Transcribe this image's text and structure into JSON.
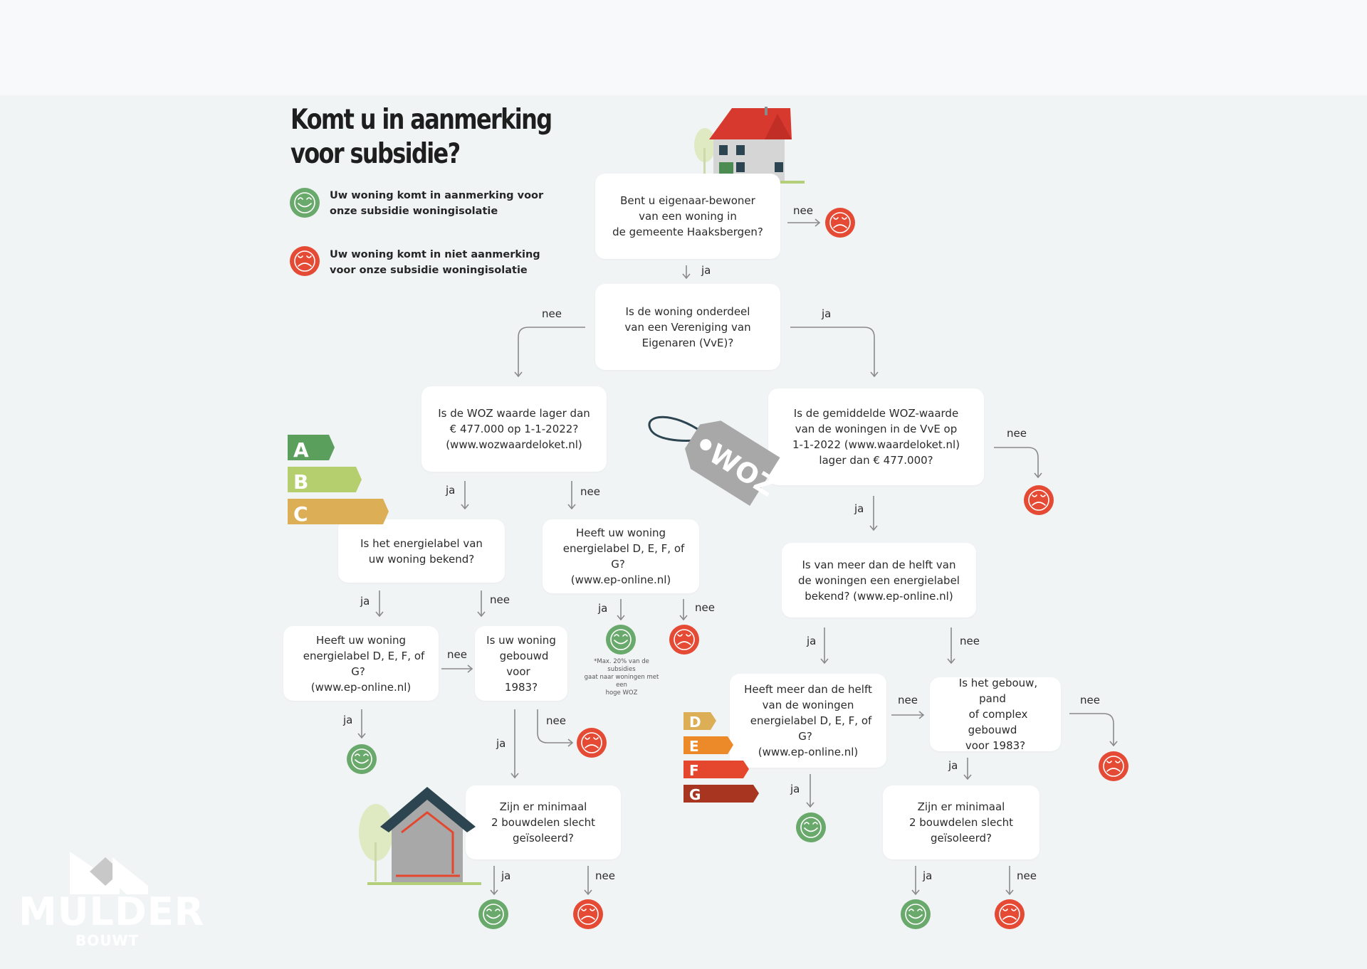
{
  "title_line1": "Komt u in aanmerking",
  "title_line2": "voor subsidie?",
  "legend": {
    "yes_line1": "Uw woning komt in aanmerking voor",
    "yes_line2": "onze subsidie woningisolatie",
    "no_line1": "Uw woning komt in niet aanmerking",
    "no_line2": "voor onze subsidie woningisolatie"
  },
  "questions": {
    "q1": [
      "Bent u eigenaar-bewoner",
      "van een woning in",
      "de gemeente Haaksbergen?"
    ],
    "q2": [
      "Is de woning onderdeel",
      "van een Vereniging van",
      "Eigenaren (VvE)?"
    ],
    "q3": [
      "Is de WOZ waarde lager dan",
      "€ 477.000 op 1-1-2022?",
      "(www.wozwaardeloket.nl)"
    ],
    "q4": [
      "Is de gemiddelde WOZ-waarde",
      "van de woningen in de VvE op",
      "1-1-2022 (www.waardeloket.nl)",
      "lager dan € 477.000?"
    ],
    "q5": [
      "Is het energielabel van",
      "uw woning bekend?"
    ],
    "q6": [
      "Heeft uw woning",
      "energielabel D, E, F, of G?",
      "(www.ep-online.nl)"
    ],
    "q7": [
      "Heeft uw woning",
      "energielabel D, E, F, of G?",
      "(www.ep-online.nl)"
    ],
    "q8": [
      "Is uw woning",
      "gebouwd voor",
      "1983?"
    ],
    "q9": [
      "Zijn er minimaal",
      "2 bouwdelen slecht",
      "geïsoleerd?"
    ],
    "q10": [
      "Is van meer dan de helft van",
      "de woningen een energielabel",
      "bekend? (www.ep-online.nl)"
    ],
    "q11": [
      "Heeft meer dan de helft",
      "van de woningen",
      "energielabel D, E, F, of G?",
      "(www.ep-online.nl)"
    ],
    "q12": [
      "Is het gebouw, pand",
      "of complex gebouwd",
      "voor 1983?"
    ],
    "q13": [
      "Zijn er minimaal",
      "2 bouwdelen slecht",
      "geïsoleerd?"
    ]
  },
  "yes_label": "ja",
  "no_label": "nee",
  "footnote": [
    "*Max. 20% van de subsidies",
    "gaat naar woningen met een",
    "hoge WOZ"
  ],
  "woz_tag": "WOZ",
  "labels_abc": [
    "A",
    "B",
    "C"
  ],
  "labels_defg": [
    "D",
    "E",
    "F",
    "G"
  ],
  "logo": {
    "name": "MULDER",
    "sub": "BOUWT"
  },
  "colors": {
    "yes_green": "#6aa96c",
    "no_red": "#e44a34",
    "label_A": "#5aa05c",
    "label_B": "#b6cf6e",
    "label_C": "#dcae55",
    "label_D": "#dcae55",
    "label_E": "#ec8a2a",
    "label_F": "#e4472d",
    "label_G": "#a8351f",
    "arrow": "#8a8a8a",
    "tag": "#a8a8a8"
  }
}
